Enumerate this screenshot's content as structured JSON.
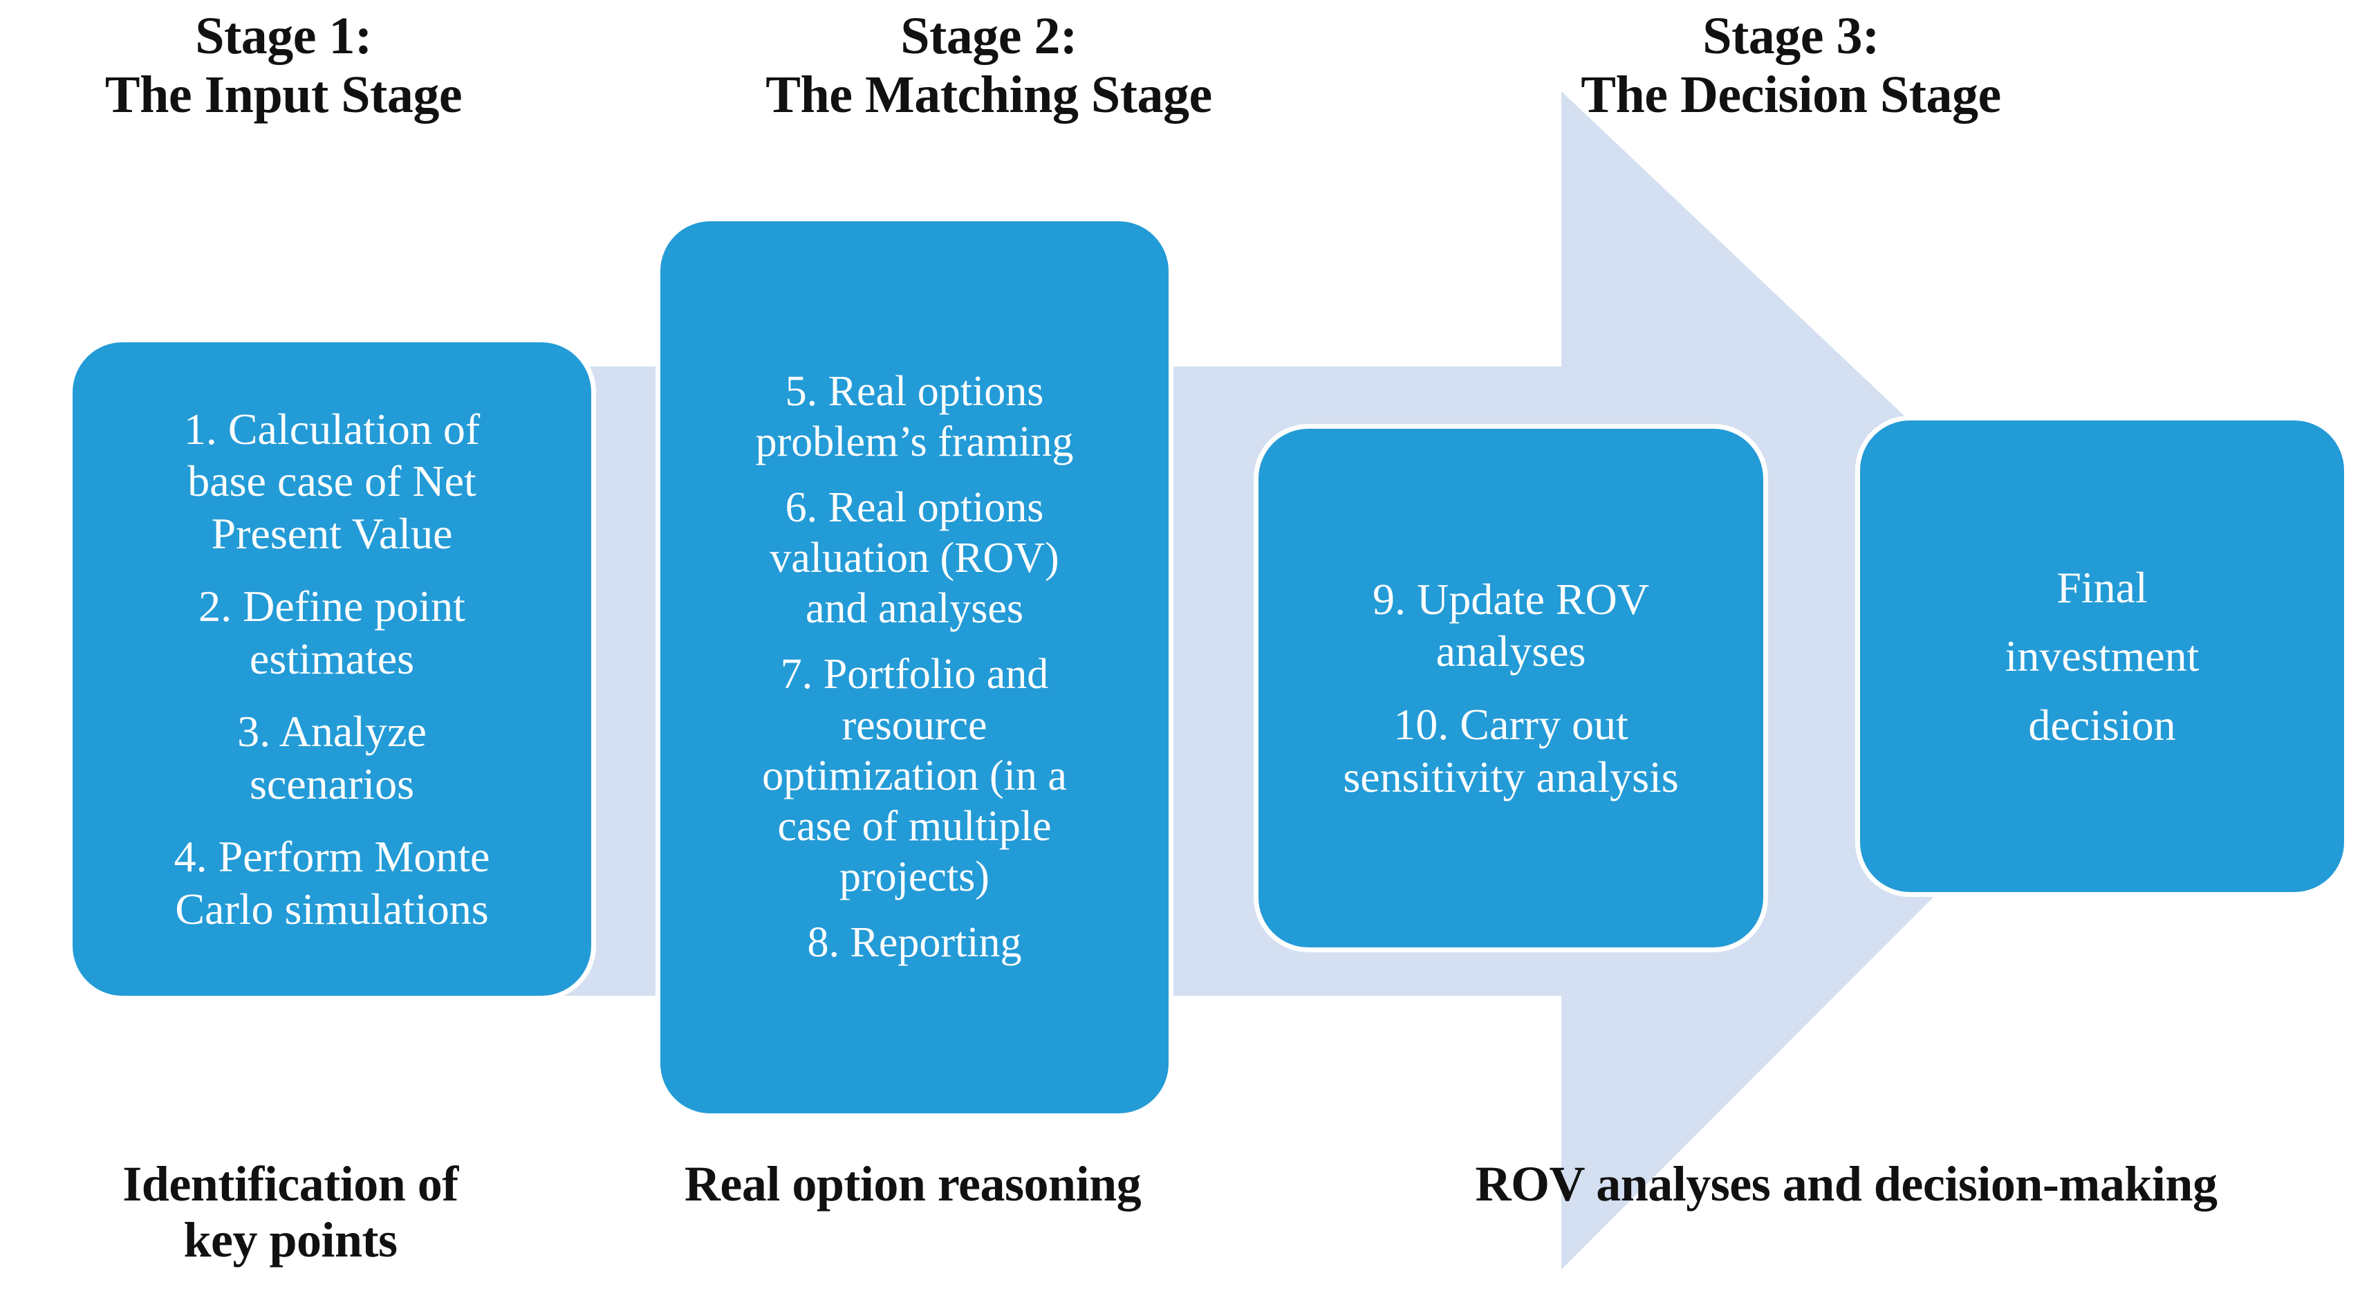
{
  "diagram": {
    "title": "Real options valuation process framework",
    "colors": {
      "box_fill": "#239bd7",
      "arrow_fill": "#d4e0f1",
      "box_text": "#ffffff",
      "header_text": "#111111",
      "background": "#ffffff"
    }
  },
  "stages": [
    {
      "header": "Stage 1:\nThe Input Stage",
      "caption": "Identification of\nkey points"
    },
    {
      "header": "Stage 2:\nThe Matching Stage",
      "caption": "Real option reasoning"
    },
    {
      "header": "Stage 3:\nThe Decision Stage",
      "caption": "ROV analyses and decision-making"
    }
  ],
  "boxes": [
    {
      "id": "box-1",
      "stage": 1,
      "steps": [
        "1. Calculation of\nbase case of Net\nPresent Value",
        "2. Define point\nestimates",
        "3. Analyze\nscenarios",
        "4. Perform Monte\nCarlo simulations"
      ]
    },
    {
      "id": "box-2",
      "stage": 2,
      "steps": [
        "5. Real options\nproblem’s framing",
        "6. Real options\nvaluation (ROV)\nand analyses",
        "7. Portfolio and\nresource\noptimization (in a\ncase of multiple\nprojects)",
        "8. Reporting"
      ]
    },
    {
      "id": "box-3",
      "stage": 3,
      "steps": [
        "9. Update ROV\nanalyses",
        "10. Carry out\nsensitivity analysis"
      ]
    },
    {
      "id": "box-4",
      "stage": 3,
      "steps": [
        "Final\ninvestment\ndecision"
      ]
    }
  ],
  "arrow": {
    "name": "process-flow-arrow",
    "direction": "right-down",
    "fill": "#d4e0f1"
  }
}
